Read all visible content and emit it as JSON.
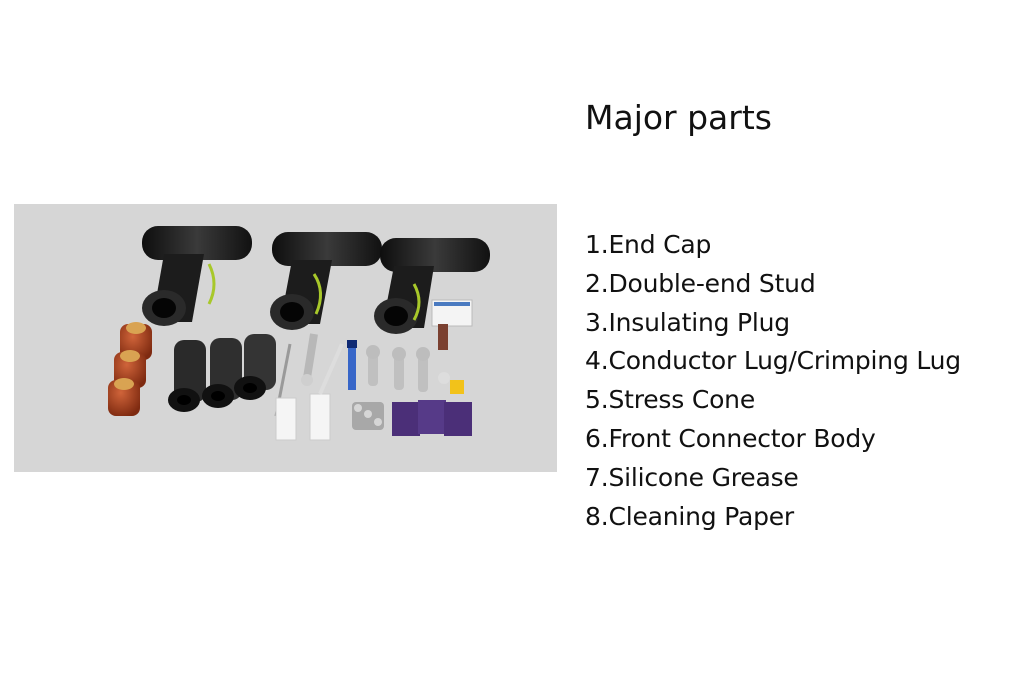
{
  "heading": "Major parts",
  "parts": [
    "1.End Cap",
    "2.Double-end Stud",
    "3.Insulating Plug",
    "4.Conductor Lug/Crimping Lug",
    "5.Stress Cone",
    "6.Front Connector  Body",
    "7.Silicone  Grease",
    "8.Cleaning Paper"
  ],
  "colors": {
    "panel_background": "#d6d6d6",
    "rubber_black": "#1e1e1e",
    "end_cap_brown": "#a8421f",
    "brass": "#c8953a",
    "ground_wire": "#a8c82a",
    "cleaning_paper_purple": "#4b2f78",
    "tag_yellow": "#f2c21a"
  }
}
